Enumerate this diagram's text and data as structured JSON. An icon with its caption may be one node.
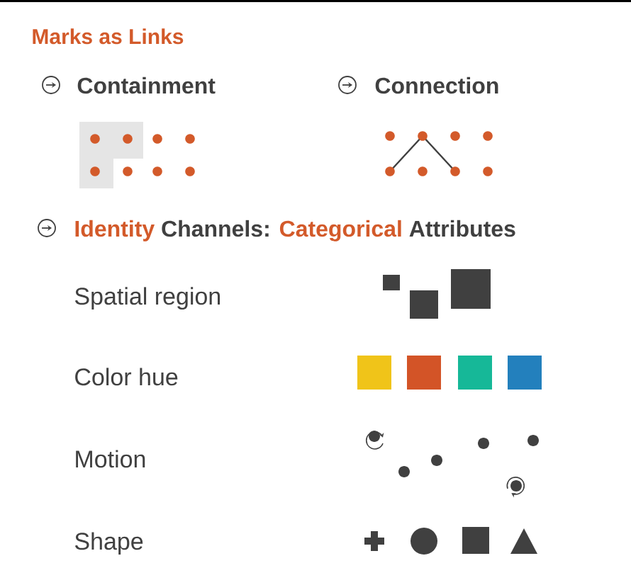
{
  "diagram": {
    "title": "Marks as Links",
    "labels": [
      "Containment",
      "Connection",
      "Identity",
      "Channels:",
      "Categorical",
      "Attributes",
      "Spatial region",
      "Color hue",
      "Motion",
      "Shape"
    ]
  }
}
